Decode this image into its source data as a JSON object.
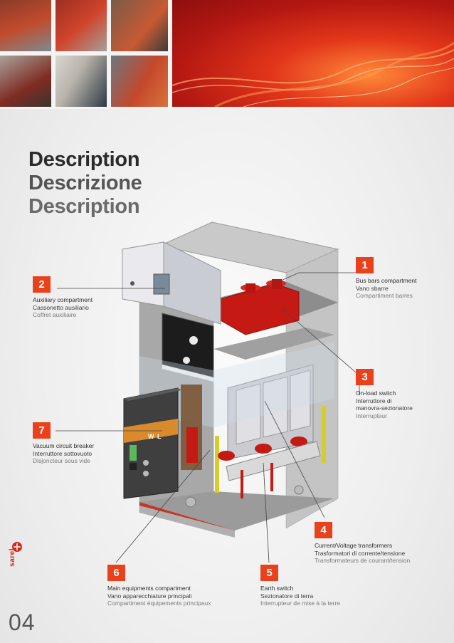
{
  "titles": [
    "Description",
    "Descrizione",
    "Description"
  ],
  "callouts": [
    {
      "id": "1",
      "number": "1",
      "line1": "Bus bars compartment",
      "line2": "Vano sbarre",
      "line3": "Compartiment barres"
    },
    {
      "id": "2",
      "number": "2",
      "line1": "Auxiliary compartment",
      "line2": "Cassonetto ausiliario",
      "line3": "Coffret auxiliaire"
    },
    {
      "id": "3",
      "number": "3",
      "line1": "On-load switch",
      "line2": "Interruttore di",
      "line2b": "manovra-sezionatore",
      "line3": "Interrupteur"
    },
    {
      "id": "4",
      "number": "4",
      "line1": "Current/Voltage transformers",
      "line2": "Trasformatori di corrente/tensione",
      "line3": "Transformateurs de courant/tension"
    },
    {
      "id": "5",
      "number": "5",
      "line1": "Earth switch",
      "line2": "Sezionatore di terra",
      "line3": "Interrupteur de mise à la terre"
    },
    {
      "id": "6",
      "number": "6",
      "line1": "Main equipments compartment",
      "line2": "Vano apparecchiature principali",
      "line3": "Compartiment équipements principaux"
    },
    {
      "id": "7",
      "number": "7",
      "line1": "Vacuum circuit breaker",
      "line2": "Interruttore sottovuoto",
      "line3": "Disjoncteur sous vide"
    }
  ],
  "cabinet_badge": "W L",
  "brand": "sarel",
  "page_number": "04",
  "colors": {
    "accent": "#e9411b",
    "banner_red": "#c41c14"
  }
}
